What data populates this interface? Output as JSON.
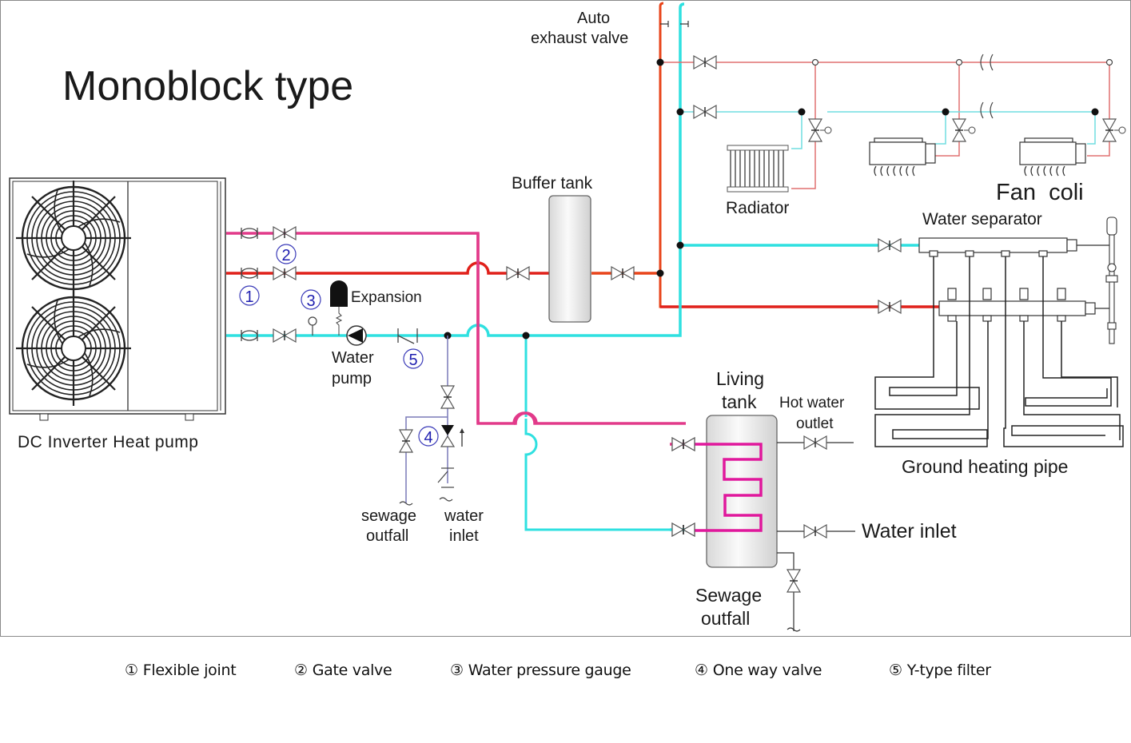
{
  "title": "Monoblock type",
  "colors": {
    "hot_supply_red": "#e0201a",
    "hot_supply_orange": "#e8441a",
    "dhw_loop_pink": "#e23a8a",
    "coil_magenta": "#e0189c",
    "return_cyan": "#2fe0e0",
    "thin_red": "#e07070",
    "thin_cyan": "#70dde0",
    "drain_blue": "#7a7ab8",
    "callout_blue": "#1f1fb0"
  },
  "components": {
    "heat_pump": "DC Inverter Heat pump",
    "buffer_tank": "Buffer tank",
    "auto_exhaust_valve": [
      "Auto",
      "exhaust valve"
    ],
    "expansion": "Expansion",
    "water_pump": [
      "Water",
      "pump"
    ],
    "radiator": "Radiator",
    "fan_coil": "Fan  coli",
    "water_separator": "Water separator",
    "ground_heating_pipe": "Ground heating pipe",
    "living_tank": [
      "Living",
      "tank"
    ],
    "hot_water_outlet": [
      "Hot water",
      "outlet"
    ],
    "water_inlet_tank": "Water inlet",
    "sewage_outfall_tank": [
      "Sewage",
      "outfall"
    ],
    "sewage_outfall_small": [
      "sewage",
      "outfall"
    ],
    "water_inlet_small": [
      "water",
      "inlet"
    ]
  },
  "callouts": {
    "c1": "1",
    "c2": "2",
    "c3": "3",
    "c4": "4",
    "c5": "5"
  },
  "legend": [
    {
      "num": "①",
      "label": "Flexible joint"
    },
    {
      "num": "②",
      "label": "Gate valve"
    },
    {
      "num": "③",
      "label": "Water pressure gauge"
    },
    {
      "num": "④",
      "label": "One way valve"
    },
    {
      "num": "⑤",
      "label": "Y-type filter"
    }
  ]
}
